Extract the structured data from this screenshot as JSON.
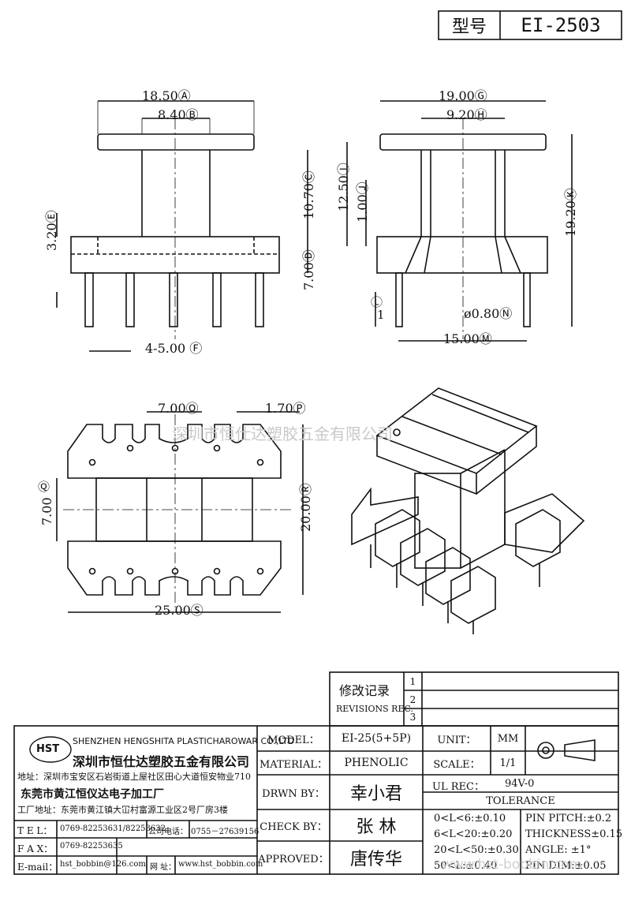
{
  "header": {
    "model_label": "型号",
    "model_value": "EI-2503"
  },
  "watermark": "深圳市恒仕达塑胶五金有限公司",
  "watermark_bottom": "www.hst-bobbin.com",
  "dims": {
    "top_a": "18.50Ⓐ",
    "top_b": "8.40Ⓑ",
    "c": "10.70Ⓒ",
    "e": "3.20Ⓔ",
    "d": "7.00Ⓓ",
    "f": "4-5.00 Ⓕ",
    "g": "19.00Ⓖ",
    "h": "9.20Ⓗ",
    "i": "12.50Ⓘ",
    "j": "1.00Ⓙ",
    "k": "19.20Ⓚ",
    "l": "Ⓛ",
    "one": "1",
    "n": "ø0.80Ⓝ",
    "m": "15.00Ⓜ",
    "o": "7.00Ⓞ",
    "p": "1.70Ⓟ",
    "q": "Ⓠ",
    "q_val": "7.00",
    "r": "20.00Ⓡ",
    "s": "25.00Ⓢ"
  },
  "revisions": {
    "title_cn": "修改记录",
    "title_en": "REVISIONS REC.",
    "rows": [
      "1",
      "2",
      "3"
    ]
  },
  "company": {
    "name_en": "SHENZHEN HENGSHITA PLASTICHAROWAR CO.,LTD",
    "name_cn": "深圳市恒仕达塑胶五金有限公司",
    "address": "地址：深圳市宝安区石岩街道上屋社区田心大道恒安物业710",
    "factory": "东莞市黄江恒仪达电子加工厂",
    "factory_address": "工厂地址：东莞市黄江镇大冚村富源工业区2号厂房3楼",
    "tel_label": "T E L：",
    "tel": "0769-82253631/82253632",
    "phone_label": "公司电话：",
    "phone": "0755－27639156",
    "fax_label": "F A X：",
    "fax": "0769-82253635",
    "email_label": "E-mail：",
    "email": "hst_bobbin@126.com",
    "web_label": "网  址：",
    "web": "www.hst_bobbin.com",
    "logo_text": "HST"
  },
  "spec": {
    "model_label": "MODEL：",
    "model": "EI-25(5+5P)",
    "material_label": "MATERIAL：",
    "material": "PHENOLIC",
    "drawn_label": "DRWN BY：",
    "drawn": "幸小君",
    "check_label": "CHECK BY：",
    "check": "张  林",
    "approved_label": "APPROVED：",
    "approved": "唐传华",
    "unit_label": "UNIT：",
    "unit": "MM",
    "scale_label": "SCALE：",
    "scale": "1/1",
    "ul_label": "UL REC：",
    "ul": "94V-0",
    "tolerance_label": "TOLERANCE",
    "tol1": "0<L<6:±0.10",
    "tol2": "6<L<20:±0.20",
    "tol3": "20<L<50:±0.30",
    "tol4": "50<L:±0.40",
    "pitch": "PIN PITCH:±0.2",
    "thickness": "THICKNESS±0.15",
    "angle": "ANGLE: ±1°",
    "pin_dim": "PIN DIM:±0.05"
  }
}
